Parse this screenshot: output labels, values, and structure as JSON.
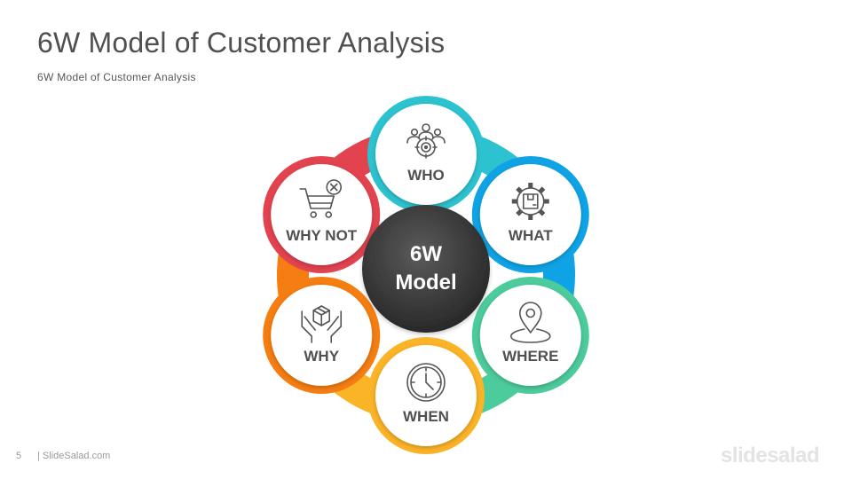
{
  "slide": {
    "title": "6W Model of Customer Analysis",
    "subtitle": "6W Model of Customer Analysis"
  },
  "center": {
    "line1": "6W",
    "line2": "Model"
  },
  "nodes": [
    {
      "id": "who",
      "label": "WHO",
      "color": "#2cc2cf",
      "icon": "target-audience-icon"
    },
    {
      "id": "what",
      "label": "WHAT",
      "color": "#0fa3e6",
      "icon": "gear-box-icon"
    },
    {
      "id": "where",
      "label": "WHERE",
      "color": "#4ccb9c",
      "icon": "location-pin-icon"
    },
    {
      "id": "when",
      "label": "WHEN",
      "color": "#fbb327",
      "icon": "clock-icon"
    },
    {
      "id": "why",
      "label": "WHY",
      "color": "#f57d11",
      "icon": "hands-box-icon"
    },
    {
      "id": "why-not",
      "label": "WHY NOT",
      "color": "#e2434f",
      "icon": "cart-cancel-icon"
    }
  ],
  "footer": {
    "page_number": "5",
    "site": "| SlideSalad.com",
    "logo": "slidesalad"
  }
}
